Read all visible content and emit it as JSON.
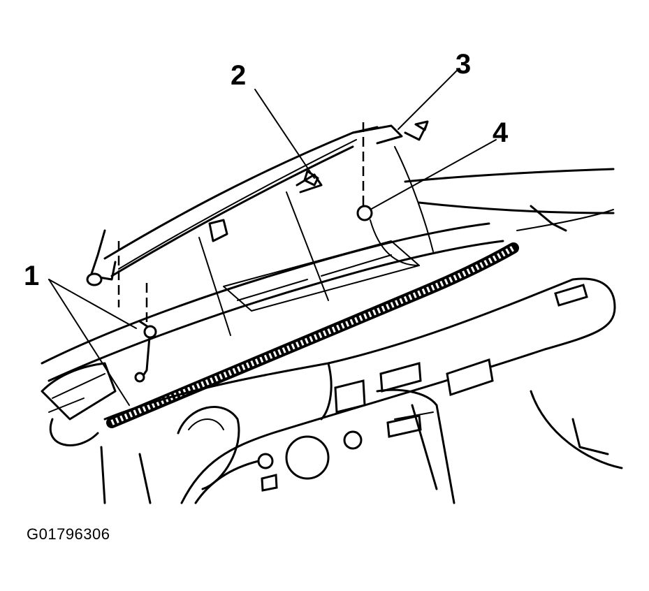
{
  "figure_id": "G01796306",
  "callouts": [
    {
      "label": "1"
    },
    {
      "label": "2"
    },
    {
      "label": "3"
    },
    {
      "label": "4"
    }
  ],
  "colors": {
    "line": "#000000",
    "background": "#ffffff"
  }
}
